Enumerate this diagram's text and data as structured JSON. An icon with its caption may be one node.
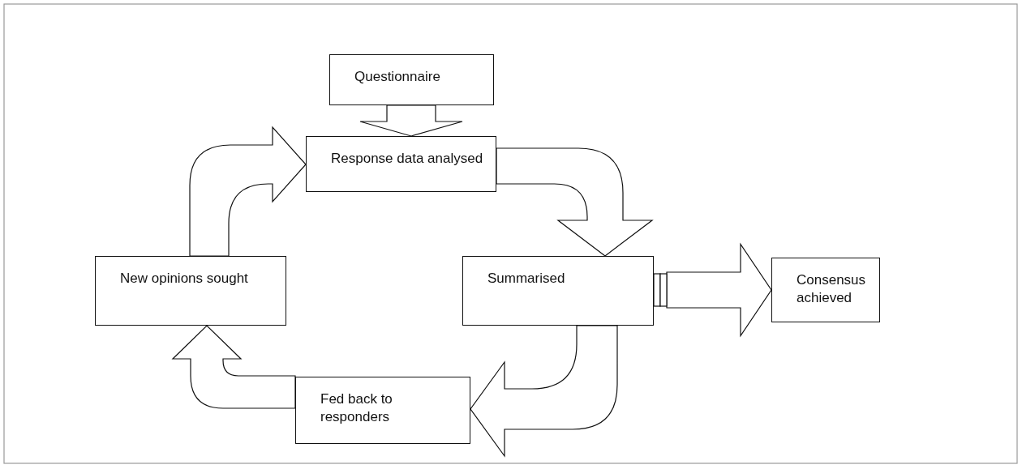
{
  "diagram": {
    "nodes": [
      {
        "text": [
          "Questionnaire"
        ]
      },
      {
        "text": [
          "Response data analysed"
        ]
      },
      {
        "text": [
          "New opinions sought"
        ]
      },
      {
        "text": [
          "Summarised"
        ]
      },
      {
        "text": [
          "Consensus achieved"
        ]
      },
      {
        "text": [
          "Fed back to responders"
        ]
      }
    ],
    "edges": [
      {
        "from": 0,
        "to": 1,
        "arrow": "to"
      },
      {
        "from": 1,
        "to": 3,
        "arrow": "to"
      },
      {
        "from": 3,
        "to": 4,
        "arrow": "to"
      },
      {
        "from": 3,
        "to": 5,
        "arrow": "to"
      },
      {
        "from": 5,
        "to": 2,
        "arrow": "to"
      },
      {
        "from": 2,
        "to": 1,
        "arrow": "to"
      }
    ]
  }
}
